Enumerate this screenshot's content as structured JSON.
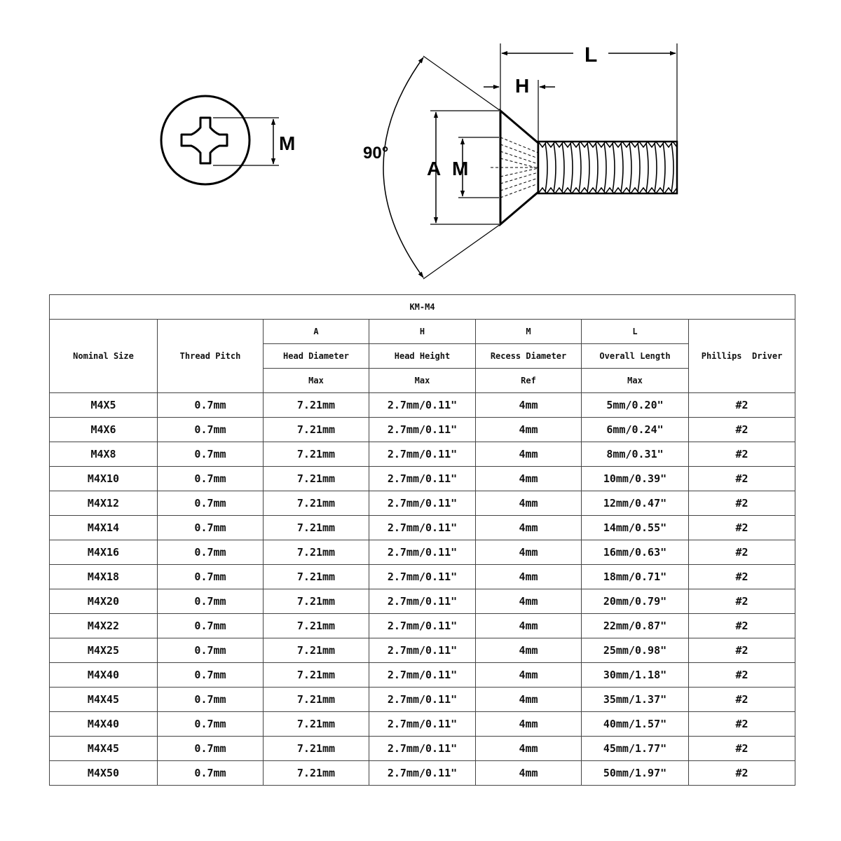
{
  "diagram": {
    "labels": {
      "m_top": "M",
      "angle": "90°",
      "a": "A",
      "m_side": "M",
      "h": "H",
      "l": "L"
    }
  },
  "table": {
    "title": "KM-M4",
    "headers": {
      "nominal_size": "Nominal Size",
      "thread_pitch": "Thread Pitch",
      "phillips_driver": "Phillips  Driver",
      "columns": [
        {
          "letter": "A",
          "name": "Head Diameter",
          "qualifier": "Max"
        },
        {
          "letter": "H",
          "name": "Head Height",
          "qualifier": "Max"
        },
        {
          "letter": "M",
          "name": "Recess Diameter",
          "qualifier": "Ref"
        },
        {
          "letter": "L",
          "name": "Overall Length",
          "qualifier": "Max"
        }
      ]
    },
    "rows": [
      [
        "M4X5",
        "0.7mm",
        "7.21mm",
        "2.7mm/0.11\"",
        "4mm",
        "5mm/0.20\"",
        "#2"
      ],
      [
        "M4X6",
        "0.7mm",
        "7.21mm",
        "2.7mm/0.11\"",
        "4mm",
        "6mm/0.24\"",
        "#2"
      ],
      [
        "M4X8",
        "0.7mm",
        "7.21mm",
        "2.7mm/0.11\"",
        "4mm",
        "8mm/0.31\"",
        "#2"
      ],
      [
        "M4X10",
        "0.7mm",
        "7.21mm",
        "2.7mm/0.11\"",
        "4mm",
        "10mm/0.39\"",
        "#2"
      ],
      [
        "M4X12",
        "0.7mm",
        "7.21mm",
        "2.7mm/0.11\"",
        "4mm",
        "12mm/0.47\"",
        "#2"
      ],
      [
        "M4X14",
        "0.7mm",
        "7.21mm",
        "2.7mm/0.11\"",
        "4mm",
        "14mm/0.55\"",
        "#2"
      ],
      [
        "M4X16",
        "0.7mm",
        "7.21mm",
        "2.7mm/0.11\"",
        "4mm",
        "16mm/0.63\"",
        "#2"
      ],
      [
        "M4X18",
        "0.7mm",
        "7.21mm",
        "2.7mm/0.11\"",
        "4mm",
        "18mm/0.71\"",
        "#2"
      ],
      [
        "M4X20",
        "0.7mm",
        "7.21mm",
        "2.7mm/0.11\"",
        "4mm",
        "20mm/0.79\"",
        "#2"
      ],
      [
        "M4X22",
        "0.7mm",
        "7.21mm",
        "2.7mm/0.11\"",
        "4mm",
        "22mm/0.87\"",
        "#2"
      ],
      [
        "M4X25",
        "0.7mm",
        "7.21mm",
        "2.7mm/0.11\"",
        "4mm",
        "25mm/0.98\"",
        "#2"
      ],
      [
        "M4X40",
        "0.7mm",
        "7.21mm",
        "2.7mm/0.11\"",
        "4mm",
        "30mm/1.18\"",
        "#2"
      ],
      [
        "M4X45",
        "0.7mm",
        "7.21mm",
        "2.7mm/0.11\"",
        "4mm",
        "35mm/1.37\"",
        "#2"
      ],
      [
        "M4X40",
        "0.7mm",
        "7.21mm",
        "2.7mm/0.11\"",
        "4mm",
        "40mm/1.57\"",
        "#2"
      ],
      [
        "M4X45",
        "0.7mm",
        "7.21mm",
        "2.7mm/0.11\"",
        "4mm",
        "45mm/1.77\"",
        "#2"
      ],
      [
        "M4X50",
        "0.7mm",
        "7.21mm",
        "2.7mm/0.11\"",
        "4mm",
        "50mm/1.97\"",
        "#2"
      ]
    ]
  }
}
